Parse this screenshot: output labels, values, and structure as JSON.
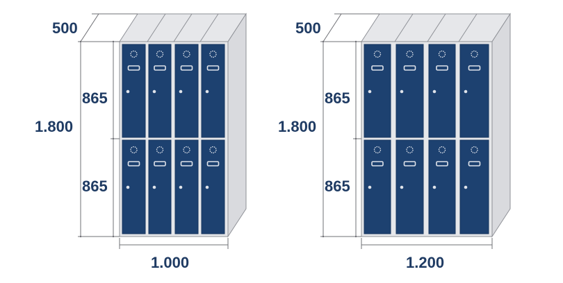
{
  "colors": {
    "door": "#1d4170",
    "door_edge": "#16355e",
    "body": "#e6e7ea",
    "body_side": "#d9dade",
    "outline": "#8e9096",
    "dim_line": "#6f7075",
    "dim_text": "#1f3b63",
    "fixture": "#dfe3ea"
  },
  "lockers": [
    {
      "depth_label": "500",
      "height_label": "1.800",
      "upper_door_label": "865",
      "lower_door_label": "865",
      "width_label": "1.000",
      "columns": 4,
      "rows": 2
    },
    {
      "depth_label": "500",
      "height_label": "1.800",
      "upper_door_label": "865",
      "lower_door_label": "865",
      "width_label": "1.200",
      "columns": 4,
      "rows": 2
    }
  ]
}
